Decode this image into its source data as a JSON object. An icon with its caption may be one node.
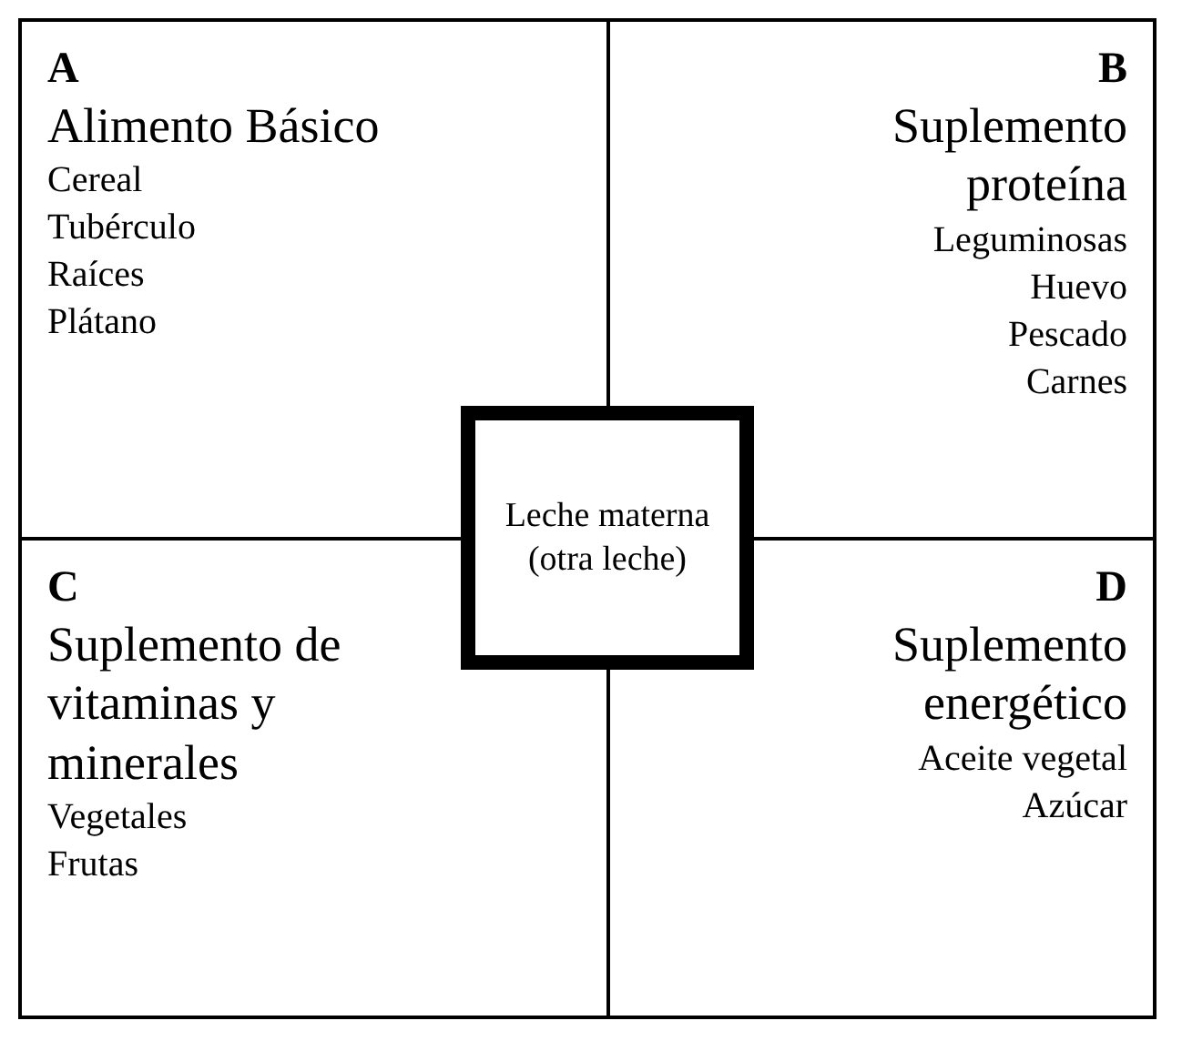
{
  "diagram": {
    "nodes": [
      {
        "text": [
          "A",
          "Alimento Básico",
          "Cereal",
          "Tubérculo",
          "Raíces",
          "Plátano"
        ]
      },
      {
        "text": [
          "B",
          "Suplemento proteína",
          "Leguminosas",
          "Huevo",
          "Pescado",
          "Carnes"
        ]
      },
      {
        "text": [
          "C",
          "Suplemento de vitaminas y minerales",
          "Vegetales",
          "Frutas"
        ]
      },
      {
        "text": [
          "D",
          "Suplemento energético",
          "Aceite vegetal",
          "Azúcar"
        ]
      },
      {
        "text": [
          "Leche materna (otra leche)"
        ]
      }
    ]
  }
}
